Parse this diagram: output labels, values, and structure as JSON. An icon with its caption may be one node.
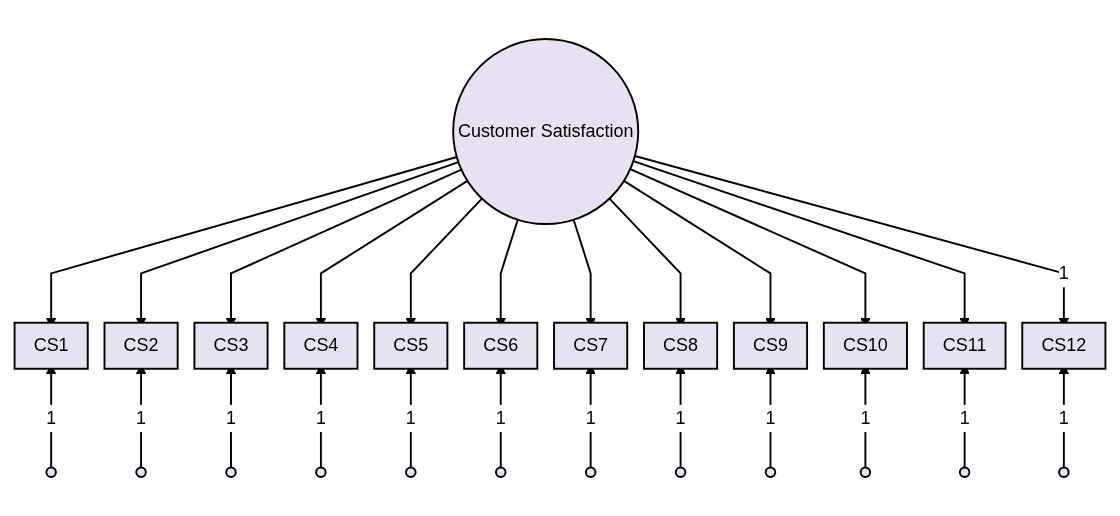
{
  "diagram": {
    "nodes": [
      {
        "text": [
          "Customer Satisfaction"
        ]
      },
      {
        "text": [
          "CS1"
        ]
      },
      {
        "text": [
          "CS2"
        ]
      },
      {
        "text": [
          "CS3"
        ]
      },
      {
        "text": [
          "CS4"
        ]
      },
      {
        "text": [
          "CS5"
        ]
      },
      {
        "text": [
          "CS6"
        ]
      },
      {
        "text": [
          "CS7"
        ]
      },
      {
        "text": [
          "CS8"
        ]
      },
      {
        "text": [
          "CS9"
        ]
      },
      {
        "text": [
          "CS10"
        ]
      },
      {
        "text": [
          "CS11"
        ]
      },
      {
        "text": [
          "CS12"
        ]
      },
      {
        "text": [],
        "shape": "circle"
      },
      {
        "text": [],
        "shape": "circle"
      },
      {
        "text": [],
        "shape": "circle"
      },
      {
        "text": [],
        "shape": "circle"
      },
      {
        "text": [],
        "shape": "circle"
      },
      {
        "text": [],
        "shape": "circle"
      },
      {
        "text": [],
        "shape": "circle"
      },
      {
        "text": [],
        "shape": "circle"
      },
      {
        "text": [],
        "shape": "circle"
      },
      {
        "text": [],
        "shape": "circle"
      },
      {
        "text": [],
        "shape": "circle"
      },
      {
        "text": [],
        "shape": "circle"
      }
    ],
    "edges": [
      {
        "from": 0,
        "to": 1,
        "arrow": "to"
      },
      {
        "from": 0,
        "to": 2,
        "arrow": "to"
      },
      {
        "from": 0,
        "to": 3,
        "arrow": "to"
      },
      {
        "from": 0,
        "to": 4,
        "arrow": "to"
      },
      {
        "from": 0,
        "to": 5,
        "arrow": "to"
      },
      {
        "from": 0,
        "to": 6,
        "arrow": "to"
      },
      {
        "from": 0,
        "to": 7,
        "arrow": "to"
      },
      {
        "from": 0,
        "to": 8,
        "arrow": "to"
      },
      {
        "from": 0,
        "to": 9,
        "arrow": "to"
      },
      {
        "from": 0,
        "to": 10,
        "arrow": "to"
      },
      {
        "from": 0,
        "to": 11,
        "arrow": "to"
      },
      {
        "from": 0,
        "to": 12,
        "arrow": "to",
        "label": "1"
      },
      {
        "from": 13,
        "to": 1,
        "arrow": "to",
        "label": "1"
      },
      {
        "from": 14,
        "to": 2,
        "arrow": "to",
        "label": "1"
      },
      {
        "from": 15,
        "to": 3,
        "arrow": "to",
        "label": "1"
      },
      {
        "from": 16,
        "to": 4,
        "arrow": "to",
        "label": "1"
      },
      {
        "from": 17,
        "to": 5,
        "arrow": "to",
        "label": "1"
      },
      {
        "from": 18,
        "to": 6,
        "arrow": "to",
        "label": "1"
      },
      {
        "from": 19,
        "to": 7,
        "arrow": "to",
        "label": "1"
      },
      {
        "from": 20,
        "to": 8,
        "arrow": "to",
        "label": "1"
      },
      {
        "from": 21,
        "to": 9,
        "arrow": "to",
        "label": "1"
      },
      {
        "from": 22,
        "to": 10,
        "arrow": "to",
        "label": "1"
      },
      {
        "from": 23,
        "to": 11,
        "arrow": "to",
        "label": "1"
      },
      {
        "from": 24,
        "to": 12,
        "arrow": "to",
        "label": "1"
      }
    ]
  }
}
